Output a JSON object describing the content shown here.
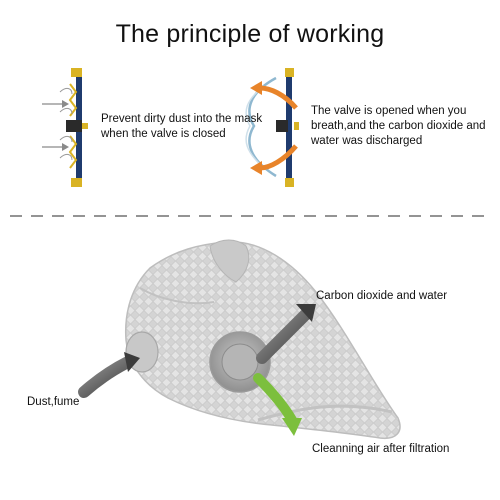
{
  "title": "The principle of working",
  "valve_closed": {
    "label": "Prevent dirty dust into the mask when the valve is closed"
  },
  "valve_open": {
    "label": "The valve is opened when you breath,and the carbon dioxide and water was discharged"
  },
  "mask": {
    "exhale_label": "Carbon dioxide and water",
    "inhale_label": "Dust,fume",
    "filtered_label": "Cleanning air after filtration"
  },
  "colors": {
    "frame_blue": "#1f3b6e",
    "valve_gold": "#d9b324",
    "dark_part": "#2a2a2a",
    "exhale_orange": "#e8842a",
    "filtered_green": "#7cbf3d",
    "input_arrow_gray": "#8a8a8a",
    "mask_gray": "#d6d6d6",
    "divider_gray": "#555555"
  }
}
